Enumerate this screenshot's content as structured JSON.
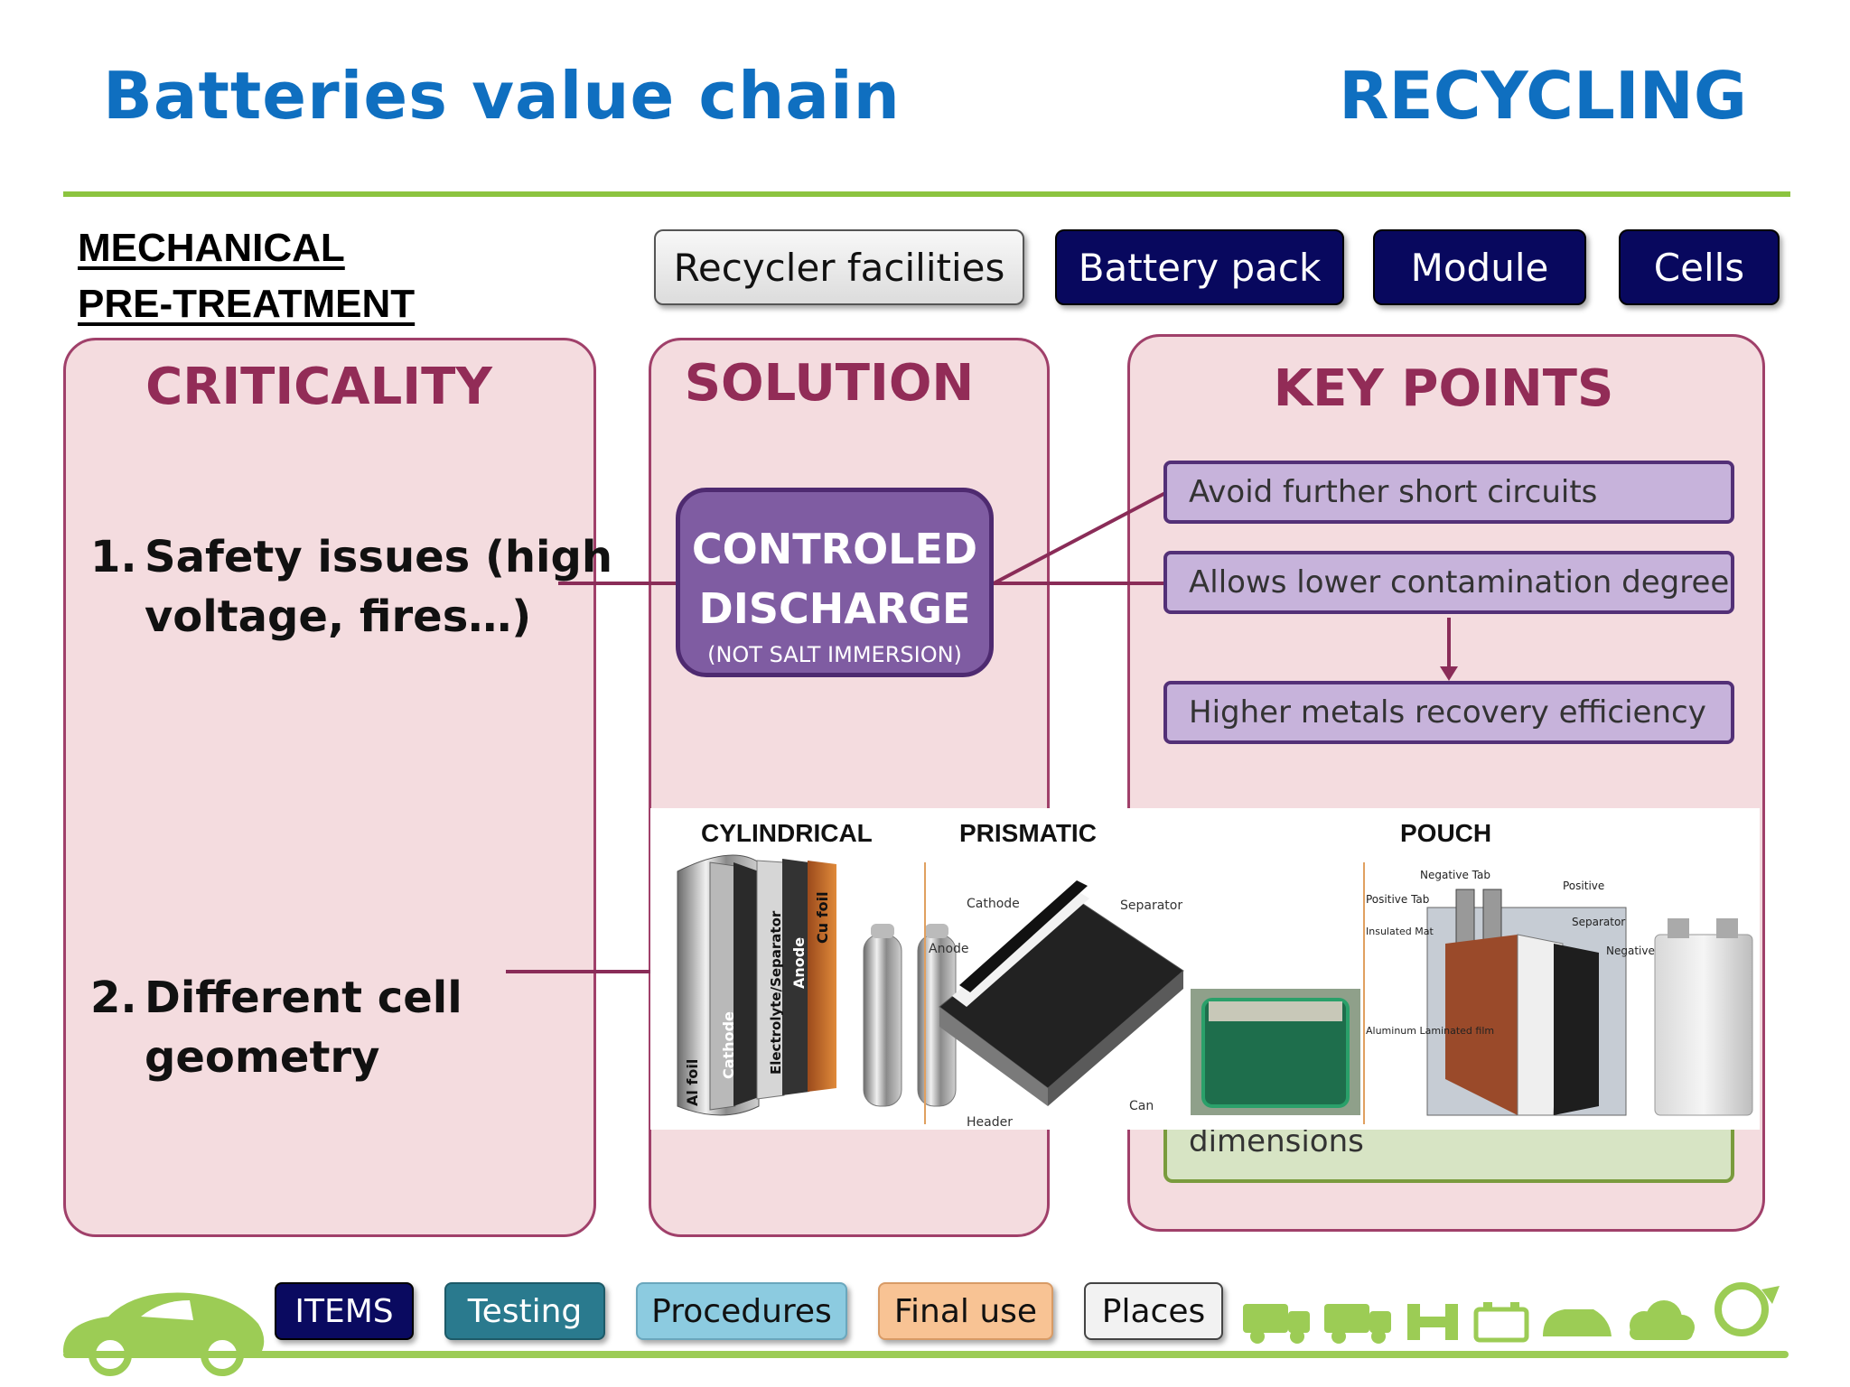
{
  "header": {
    "title": "Batteries value chain",
    "section_right": "RECYCLING"
  },
  "section": {
    "line1": "MECHANICAL",
    "line2": "PRE-TREATMENT"
  },
  "top_buttons": {
    "recycler": "Recycler facilities",
    "battery_pack": "Battery pack",
    "module": "Module",
    "cells": "Cells"
  },
  "criticality": {
    "heading": "CRITICALITY",
    "item1_num": "1.",
    "item1_line1": "Safety issues (high",
    "item1_line2": "voltage, fires…)",
    "item2_num": "2.",
    "item2_line1": "Different cell",
    "item2_line2": "geometry"
  },
  "solution": {
    "heading": "SOLUTION",
    "box_line1": "CONTROLED",
    "box_line2": "DISCHARGE",
    "box_sub": "(NOT SALT IMMERSION)"
  },
  "key_points": {
    "heading": "KEY POINTS",
    "items": [
      "Avoid further short circuits",
      "Allows lower contamination degree",
      "Higher metals recovery efficiency"
    ],
    "partial_item": "dimensions"
  },
  "cell_types": {
    "cylindrical": "CYLINDRICAL",
    "prismatic": "PRISMATIC",
    "pouch": "POUCH",
    "cyl_labels": [
      "Al foil",
      "Cathode",
      "Electrolyte/Separator",
      "Anode",
      "Cu foil"
    ],
    "pris_labels": [
      "Cathode",
      "Separator",
      "Anode",
      "Can",
      "Header"
    ],
    "pouch_labels": [
      "Negative Tab",
      "Positive Tab",
      "Positive",
      "Separator",
      "Insulated Mat",
      "Negative",
      "Aluminum Laminated film"
    ]
  },
  "footer": {
    "items": "ITEMS",
    "testing": "Testing",
    "procedures": "Procedures",
    "final_use": "Final use",
    "places": "Places"
  },
  "colors": {
    "title_blue": "#0f6fc0",
    "accent_green": "#8cc43f",
    "panel_pink": "#f4dcdf",
    "panel_border": "#a0406a",
    "heading_maroon": "#922c57",
    "navy": "#08085e",
    "purple": "#7f5ca2"
  }
}
